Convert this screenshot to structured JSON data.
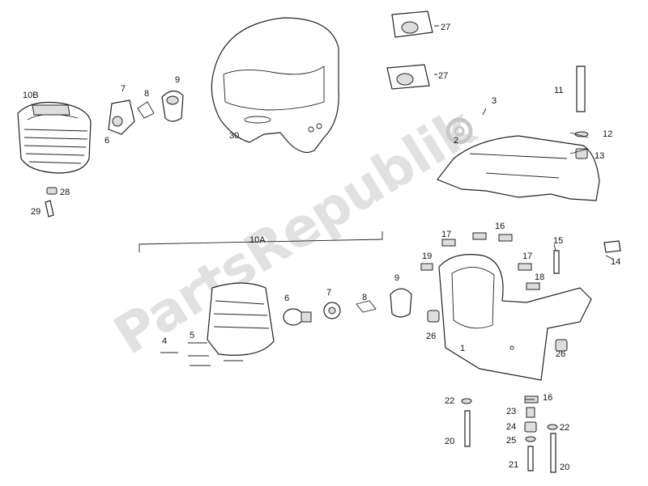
{
  "diagram": {
    "watermark": "PartsRepublik",
    "labels": {
      "l_10b": "10B",
      "l_7a": "7",
      "l_8a": "8",
      "l_9a": "9",
      "l_6a": "6",
      "l_28": "28",
      "l_29": "29",
      "l_30": "30",
      "l_27a": "27",
      "l_27b": "27",
      "l_3": "3",
      "l_2": "2",
      "l_11": "11",
      "l_12": "12",
      "l_13": "13",
      "l_10a": "10A",
      "l_4": "4",
      "l_5": "5",
      "l_6b": "6",
      "l_7b": "7",
      "l_8b": "8",
      "l_9b": "9",
      "l_17a": "17",
      "l_16a": "16",
      "l_19": "19",
      "l_17b": "17",
      "l_18": "18",
      "l_15": "15",
      "l_14": "14",
      "l_26a": "26",
      "l_26b": "26",
      "l_1": "1",
      "l_22a": "22",
      "l_16b": "16",
      "l_23": "23",
      "l_24": "24",
      "l_22b": "22",
      "l_25": "25",
      "l_20a": "20",
      "l_21": "21",
      "l_20b": "20"
    }
  }
}
